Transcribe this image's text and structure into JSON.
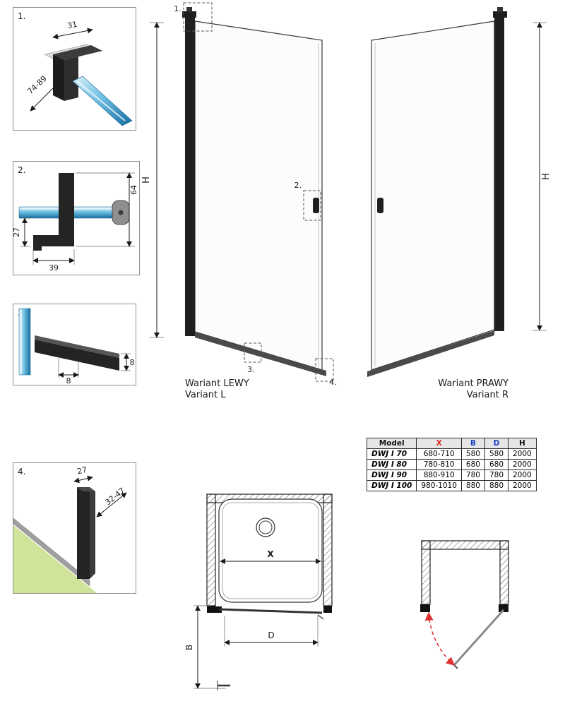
{
  "colors": {
    "dim_red": "#d93025",
    "dim_blue": "#1a3fc4",
    "glass_blue_light": "#d9f1fa",
    "glass_blue_dark": "#156e9f",
    "floor_green": "#cfe39b",
    "profile_dark": "#1f1f1f",
    "swing_red": "#e03030"
  },
  "details": {
    "d1": {
      "label": "1.",
      "dim_top": "31",
      "dim_diag": "74-89"
    },
    "d2": {
      "label": "2.",
      "dim_left": "27",
      "dim_bottom": "39",
      "dim_right": "64"
    },
    "d3": {
      "label": "3.",
      "dim_bottom": "8",
      "dim_right": "8"
    },
    "d4": {
      "label": "4.",
      "dim_top": "27",
      "dim_diag": "32-47"
    }
  },
  "doors": {
    "left": {
      "title": "Wariant LEWY",
      "subtitle": "Variant L",
      "height_label": "H",
      "marker1": "1.",
      "marker2": "2.",
      "marker3": "3.",
      "marker4": "4."
    },
    "right": {
      "title": "Wariant PRAWY",
      "subtitle": "Variant R",
      "height_label": "H"
    }
  },
  "table": {
    "headers": {
      "model": "Model",
      "x": "X",
      "b": "B",
      "d": "D",
      "h": "H"
    },
    "rows": [
      {
        "model": "DWJ I 70",
        "x": "680-710",
        "b": "580",
        "d": "580",
        "h": "2000"
      },
      {
        "model": "DWJ I 80",
        "x": "780-810",
        "b": "680",
        "d": "680",
        "h": "2000"
      },
      {
        "model": "DWJ I 90",
        "x": "880-910",
        "b": "780",
        "d": "780",
        "h": "2000"
      },
      {
        "model": "DWJ I 100",
        "x": "980-1010",
        "b": "880",
        "d": "880",
        "h": "2000"
      }
    ]
  },
  "plan": {
    "x_label": "X",
    "d_label": "D",
    "b_label": "B"
  }
}
